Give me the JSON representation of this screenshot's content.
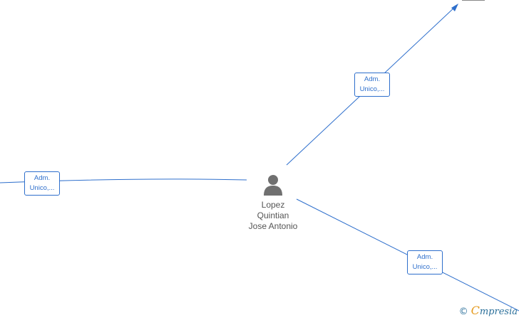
{
  "person": {
    "name_line1": "Lopez",
    "name_line2": "Quintian",
    "name_line3": "Jose Antonio"
  },
  "edges": [
    {
      "id": "top-right",
      "role_line1": "Adm.",
      "role_line2": "Unico,..."
    },
    {
      "id": "left",
      "role_line1": "Adm.",
      "role_line2": "Unico,..."
    },
    {
      "id": "bottom-right",
      "role_line1": "Adm.",
      "role_line2": "Unico,..."
    }
  ],
  "brand": {
    "copyright": "©",
    "e": "C",
    "rest": "mpresia"
  },
  "colors": {
    "edge": "#2e6fcc",
    "text": "#555555",
    "brand_e": "#e59b1f"
  }
}
